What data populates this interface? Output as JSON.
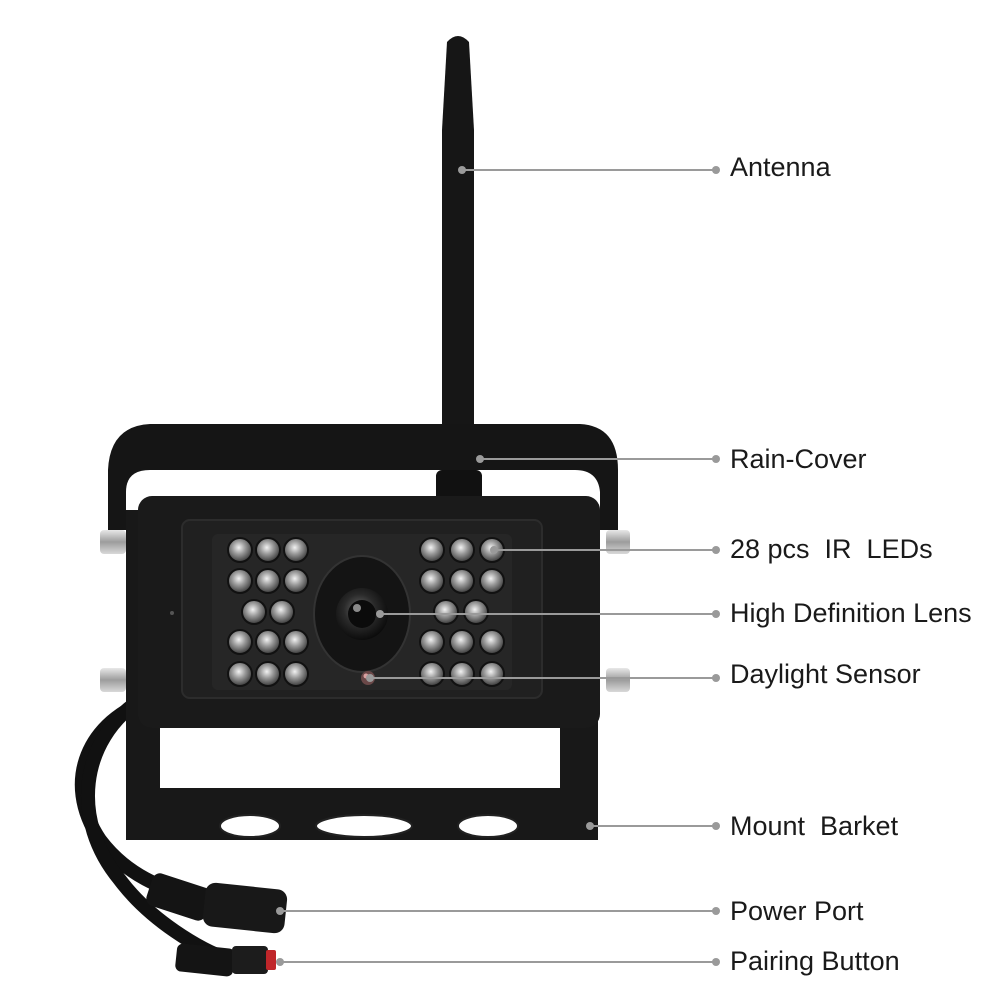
{
  "diagram": {
    "callouts": [
      {
        "id": "antenna",
        "label": "Antenna"
      },
      {
        "id": "rain-cover",
        "label": "Rain-Cover"
      },
      {
        "id": "ir-leds",
        "label": "28 pcs  IR  LEDs"
      },
      {
        "id": "lens",
        "label": "High Definition Lens"
      },
      {
        "id": "daylight-sensor",
        "label": "Daylight Sensor"
      },
      {
        "id": "mount-bracket",
        "label": "Mount  Barket"
      },
      {
        "id": "power-port",
        "label": "Power Port"
      },
      {
        "id": "pairing-button",
        "label": "Pairing Button"
      }
    ]
  },
  "colors": {
    "body": "#161616",
    "face": "#1c1c1c",
    "leader": "#9a9a9a",
    "button": "#c0262a",
    "label": "#1a1a1a"
  }
}
